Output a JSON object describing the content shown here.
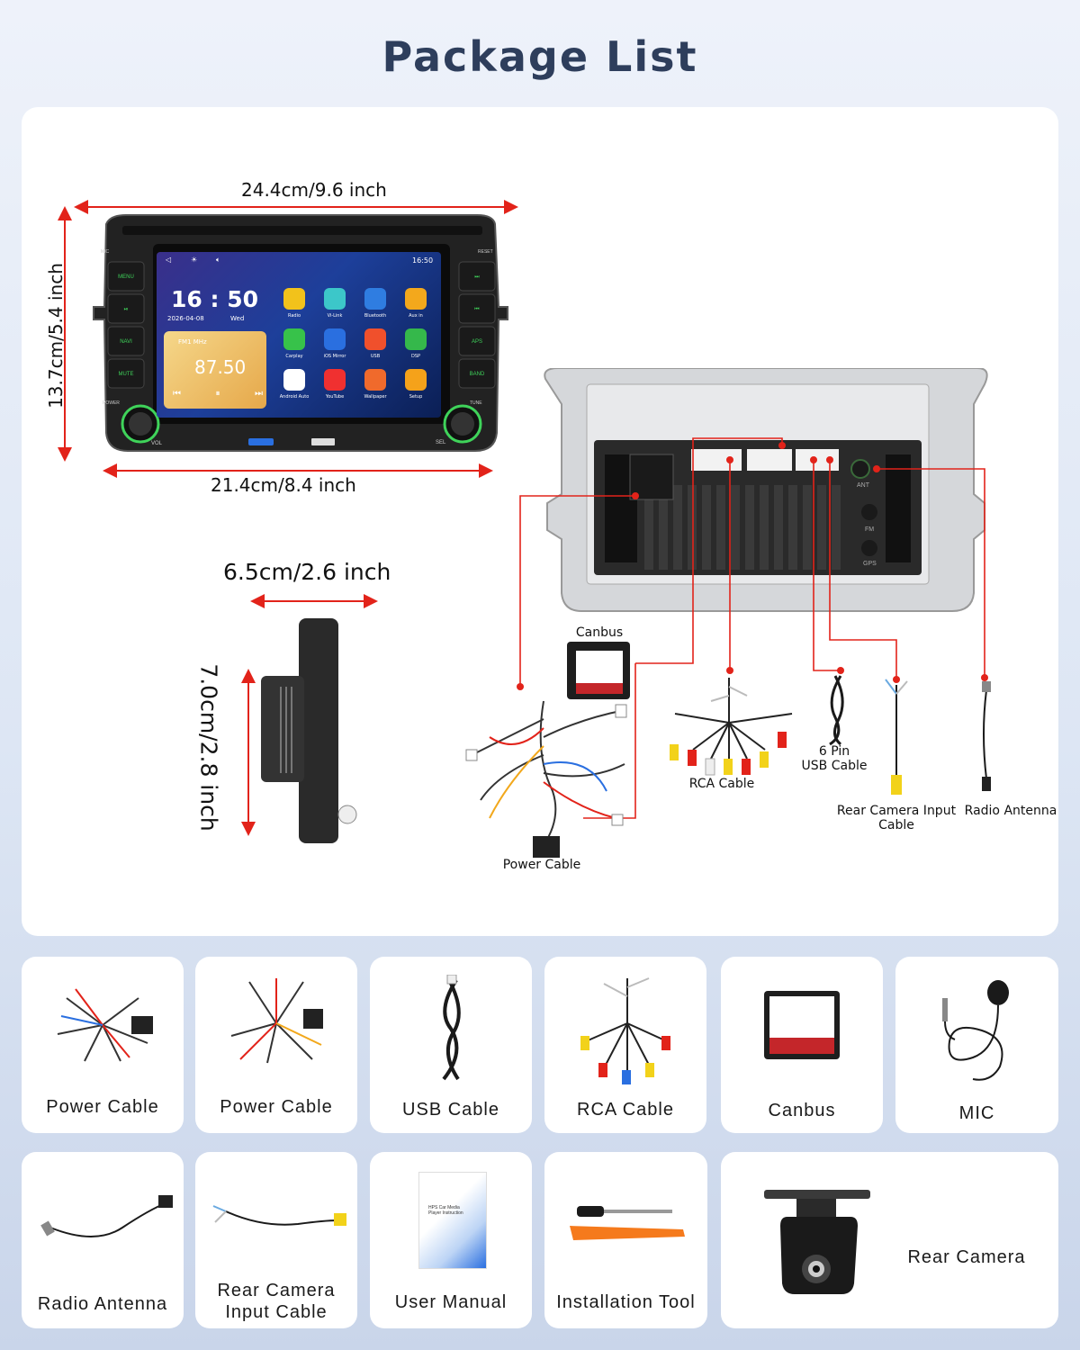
{
  "title": "Package List",
  "dimensions": {
    "top_width": "24.4cm/9.6 inch",
    "bottom_width": "21.4cm/8.4 inch",
    "height": "13.7cm/5.4 inch",
    "depth": "6.5cm/2.6 inch",
    "side_height": "7.0cm/2.8 inch"
  },
  "device": {
    "left_buttons": [
      "MENU",
      "⏯",
      "NAVI",
      "MUTE"
    ],
    "right_buttons": [
      "⏭",
      "⏮",
      "APS",
      "BAND"
    ],
    "labels": {
      "mic": "MIC",
      "reset": "RESET",
      "power": "POWER",
      "tune": "TUNE",
      "vol": "VOL",
      "sel": "SEL"
    },
    "screen": {
      "status_time": "16:50",
      "clock": "16 : 50",
      "date": "2026-04-08",
      "weekday": "Wed",
      "radio_band": "FM1 MHz",
      "radio_freq": "87.50",
      "apps": [
        {
          "label": "Radio",
          "color": "#f2c21b"
        },
        {
          "label": "Vi-Link",
          "color": "#3cc7c9"
        },
        {
          "label": "Bluetooth",
          "color": "#2f7de1"
        },
        {
          "label": "Aux in",
          "color": "#f3a81c"
        },
        {
          "label": "Carplay",
          "color": "#37c24a"
        },
        {
          "label": "iOS Mirror",
          "color": "#2a6fe0"
        },
        {
          "label": "USB",
          "color": "#f0502c"
        },
        {
          "label": "DSP",
          "color": "#35b84b"
        },
        {
          "label": "Android Auto",
          "color": "#ffffff"
        },
        {
          "label": "YouTube",
          "color": "#f03030"
        },
        {
          "label": "Wallpaper",
          "color": "#f06a2c"
        },
        {
          "label": "Setup",
          "color": "#f5a21a"
        }
      ]
    }
  },
  "rear_labels": {
    "ant": "ANT",
    "fm": "FM",
    "gps": "GPS"
  },
  "diagram_parts": {
    "canbus": "Canbus",
    "rca": "RCA Cable",
    "usb": "6 Pin\nUSB Cable",
    "rear_cam": "Rear Camera Input\nCable",
    "antenna": "Radio Antenna",
    "power": "Power Cable"
  },
  "accessories": [
    {
      "label": "Power Cable",
      "icon": "power-cable-harness"
    },
    {
      "label": "Power Cable",
      "icon": "power-cable-harness"
    },
    {
      "label": "USB Cable",
      "icon": "usb-cable"
    },
    {
      "label": "RCA Cable",
      "icon": "rca-cable"
    },
    {
      "label": "Canbus",
      "icon": "canbus-box"
    },
    {
      "label": "MIC",
      "icon": "microphone"
    },
    {
      "label": "Radio Antenna",
      "icon": "antenna-cable"
    },
    {
      "label": "Rear Camera\nInput Cable",
      "icon": "camera-input-cable"
    },
    {
      "label": "User Manual",
      "icon": "manual-booklet"
    },
    {
      "label": "Installation Tool",
      "icon": "install-tools"
    },
    {
      "label": "Rear Camera",
      "icon": "rear-camera"
    }
  ],
  "manual_cover_text": "HPS Car Media Player Instruction",
  "colors": {
    "title": "#2e3e5c",
    "accent_red": "#e2231a",
    "button_green": "#3fd35a"
  }
}
